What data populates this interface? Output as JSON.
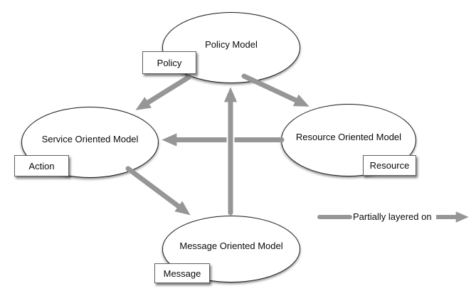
{
  "nodes": [
    {
      "label": "Policy Model",
      "tag": "Policy"
    },
    {
      "label": "Service Oriented Model",
      "tag": "Action"
    },
    {
      "label": "Resource Oriented Model",
      "tag": "Resource"
    },
    {
      "label": "Message Oriented Model",
      "tag": "Message"
    }
  ],
  "edges": [
    {
      "from": "Policy Model",
      "to": "Service Oriented Model",
      "relation": "Partially layered on"
    },
    {
      "from": "Policy Model",
      "to": "Resource Oriented Model",
      "relation": "Partially layered on"
    },
    {
      "from": "Message Oriented Model",
      "to": "Policy Model",
      "relation": "Partially layered on"
    },
    {
      "from": "Resource Oriented Model",
      "to": "Service Oriented Model",
      "relation": "Partially layered on"
    },
    {
      "from": "Service Oriented Model",
      "to": "Message Oriented Model",
      "relation": "Partially layered on"
    }
  ],
  "legend": {
    "label": "Partially layered on"
  },
  "colors": {
    "arrow": "#969696",
    "node-fill": "#ffffff",
    "node-stroke": "#1c1c1c",
    "box-stroke": "#606060",
    "text": "#0a0a0a",
    "background": "#ffffff"
  }
}
